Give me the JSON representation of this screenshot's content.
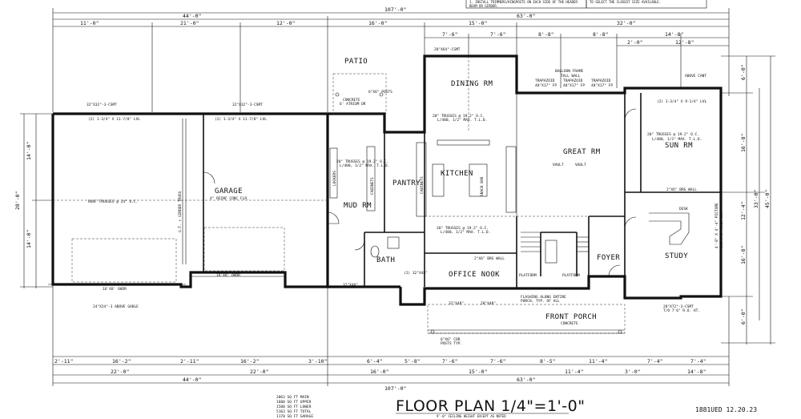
{
  "notes": {
    "top_left": [
      "1. INSTALL TRIMMERS/KINGPOSTS ON EACH SIDE OF THE HEADER",
      "BEAM OR GIRDER."
    ],
    "top_right": "TO SELECT THE CLOSEST SIZE AVAILABLE."
  },
  "dims_top": {
    "overall": "107'-0\"",
    "left": "44'-0\"",
    "right": "63'-0\"",
    "row2": [
      "11'-0\"",
      "21'-0\"",
      "12'-0\"",
      "16'-0\"",
      "15'-0\"",
      "32'-0\""
    ],
    "row3": [
      "7'-6\"",
      "7'-6\"",
      "8'-8\"",
      "8'-8\"",
      "14'-8\""
    ],
    "row4": [
      "2'-0\"",
      "12'-8\""
    ]
  },
  "dims_bottom": {
    "row1": [
      "2'-11\"",
      "16'-2\"",
      "2'-11\"",
      "16'-2\"",
      "3'-10\"",
      "6'-4\"",
      "5'-8\"",
      "7'-6\"",
      "7'-6\"",
      "8'-5\"",
      "11'-4\"",
      "7'-4\"",
      "7'-4\""
    ],
    "row2": [
      "22'-0\"",
      "22'-0\"",
      "16'-0\"",
      "15'-0\"",
      "11'-4\"",
      "3'-0\"",
      "14'-8\""
    ],
    "overall_left": "44'-0\"",
    "overall_right": "63'-0\"",
    "overall": "107'-0\""
  },
  "dims_left": [
    "14'-0\"",
    "14'-0\"",
    "28'-0\""
  ],
  "dims_right": [
    "6'-0\"",
    "16'-8\"",
    "12'-4\"",
    "16'-8\"",
    "6'-0\"",
    "33'-0\"",
    "45'-0\""
  ],
  "rooms": {
    "patio": "PATIO",
    "dining": "DINING RM",
    "great": "GREAT RM",
    "sun": "SUN RM",
    "garage": "GARAGE",
    "garage_floor": "4\" REINF CONC FLR.",
    "mud": "MUD RM",
    "pantry": "PANTRY",
    "kitchen": "KITCHEN",
    "bath": "BATH",
    "office": "OFFICE NOOK",
    "foyer": "FOYER",
    "study": "STUDY",
    "front_porch": "FRONT PORCH",
    "porch_conc": "CONCRETE",
    "patio_conc": [
      "CONCRETE",
      "6' ATRIUM DR"
    ],
    "platform1": "PLATFORM",
    "platform2": "PLATFORM"
  },
  "labels": {
    "roof_trusses": "ROOF TRUSSES @ 24\" O.C.",
    "girder_truss": "G.T. + GIRDER TRUSS",
    "trusses_dining": [
      "20\" TRUSSES @ 19.2\" O.C.",
      "L/480, 1/2\" MAX. T.L.D."
    ],
    "trusses_mud": [
      "20\" TRUSSES @ 19.2\" O.C.",
      "L/480, 1/2\" MAX. T.L.D."
    ],
    "trusses_sun": [
      "20\" TRUSSES @ 19.2\" O.C.",
      "L/480, 1/2\" MAX. T.L.D."
    ],
    "trusses_office": [
      "20\" TRUSSES @ 19.2\" O.C.",
      "L/480, 1/2\" MAX. T.L.D."
    ],
    "balloon_frame": [
      "BALLOON FRAME",
      "TALL WALL"
    ],
    "trapazoid": [
      "TRAPAZOID",
      "TRAPAZOID",
      "TRAPAZOID"
    ],
    "trap_size": [
      "48\"X17\" FP",
      "48\"X17\" FP",
      "48\"X17\" FP"
    ],
    "above_cant": "ABOVE CANT",
    "vault": [
      "VAULT",
      "VAULT"
    ],
    "garage_door1": "16'X8' OHDR",
    "garage_door2": "16'X8' OHDR",
    "above_gable": "24\"X24\"-3 ABOVE GABLE",
    "header_sets": [
      "32\"X32\"-3-CSMT",
      "32\"X32\"-3-CSMT"
    ],
    "beam_sets": [
      "(2) 1-3/4\" X 11-7/8\" LVL",
      "(2) 1-3/4\" X 11-7/8\" LVL"
    ],
    "posts": "6\"X6\" POSTS",
    "porch_posts": [
      "6\"X6\" COR",
      "POSTS TYP."
    ],
    "brg_wall": [
      "2\"X6\" BRG WALL",
      "2\"X6\" BRG WALL"
    ],
    "lockers": "LOCKERS",
    "cabinets": [
      "CABINETS",
      "CABINETS"
    ],
    "snack_bar": "SNACK BAR",
    "desk": "DESK",
    "picture": [
      "4'-8\" X 4'-4\" PICTURE",
      "T/O 7'6\" R.O. HT."
    ],
    "windows_bottom": [
      "32\"X48\"",
      "32\"X48\"",
      "28\"X48\"",
      "(2) 32\"X48\""
    ],
    "plank_roof": [
      "FLASHING ALONG ENTIRE",
      "PORCH, TYP. OF ALL"
    ],
    "study_window": [
      "28\"X72\"-3-CSMT",
      "T/O 7'6\" R.O. HT."
    ],
    "dining_window": "28\"X64\"-CSMT",
    "sun_header": "(2) 1-3/4\" X 9-1/4\" LVL"
  },
  "areas": [
    "2063 SQ FT MAIN",
    "1600 SQ FT UPPER",
    "1500 SQ FT LOWER",
    "5163 SQ FT TOTAL",
    "1170 SQ FT GARAGE"
  ],
  "title": "FLOOR PLAN 1/4\"=1'-0\"",
  "subtitle": "9'-0\" CEILING HEIGHT EXCEPT AS NOTED",
  "plan_id": "1881UED 12.20.23"
}
